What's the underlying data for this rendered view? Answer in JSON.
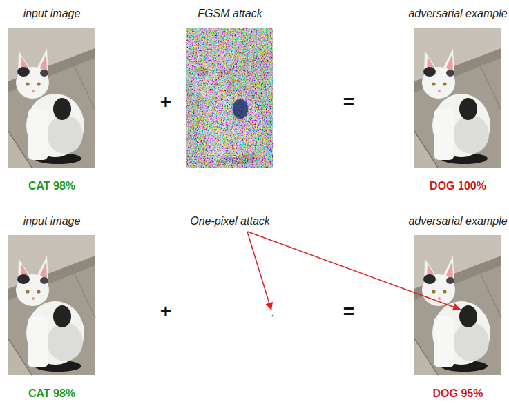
{
  "diagram": {
    "nodes": [
      {
        "text": [
          "input image",
          "CAT 98%"
        ]
      },
      {
        "text": [
          "FGSM attack"
        ]
      },
      {
        "text": [
          "adversarial example",
          "DOG 100%"
        ]
      },
      {
        "text": [
          "input image",
          "CAT 98%"
        ]
      },
      {
        "text": [
          "One-pixel attack"
        ]
      },
      {
        "text": [
          "adversarial example",
          "DOG 95%"
        ]
      }
    ],
    "edges": [
      {
        "from": 4,
        "to": 5,
        "arrow": "to"
      }
    ],
    "labels": [
      "+",
      "=",
      "+",
      "="
    ]
  }
}
